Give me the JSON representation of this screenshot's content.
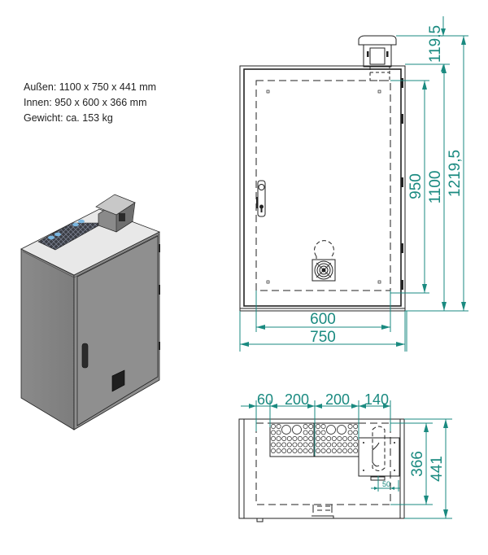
{
  "specs": {
    "outer": "Außen: 1100 x 750 x 441 mm",
    "inner": "Innen: 950 x 600 x 366 mm",
    "weight": "Gewicht: ca. 153 kg"
  },
  "front_view": {
    "dimensions": {
      "inner_width": "600",
      "outer_width": "750",
      "inner_height": "950",
      "outer_height": "1100",
      "total_height": "1219,5",
      "top_unit_height": "119,5"
    }
  },
  "top_view": {
    "dimensions": {
      "offset_left": "60",
      "panel_1_width": "200",
      "panel_2_width": "200",
      "offset_right": "140",
      "inner_depth": "366",
      "outer_depth": "441",
      "unit_offset": "50"
    }
  },
  "colors": {
    "dimension": "#1a8a80",
    "cabinet_body": "#8c8c8c",
    "cabinet_top": "#e6e6e6"
  }
}
